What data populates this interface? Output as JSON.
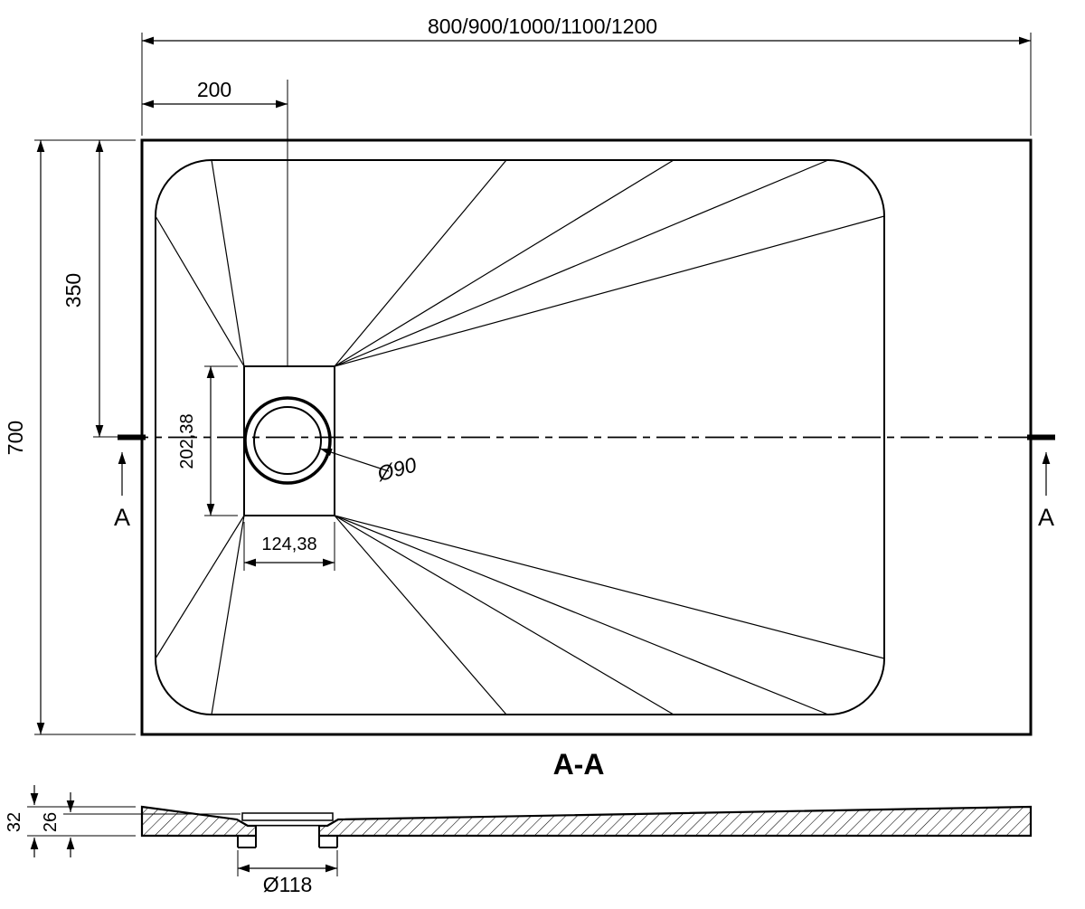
{
  "colors": {
    "ink": "#000000",
    "background": "#ffffff"
  },
  "top_view": {
    "width_dim": "800/900/1000/1100/1200",
    "drain_offset_dim": "200",
    "center_offset_dim": "350",
    "depth_dim": "700",
    "drain_plate_height_dim": "202,38",
    "drain_plate_width_dim": "124,38",
    "drain_diameter_label": "Ø90",
    "section_marker_left": "A",
    "section_marker_right": "A"
  },
  "section_view": {
    "label": "A-A",
    "edge_height_dim": "32",
    "base_height_dim": "26",
    "drain_hole_diameter_dim": "Ø118"
  }
}
